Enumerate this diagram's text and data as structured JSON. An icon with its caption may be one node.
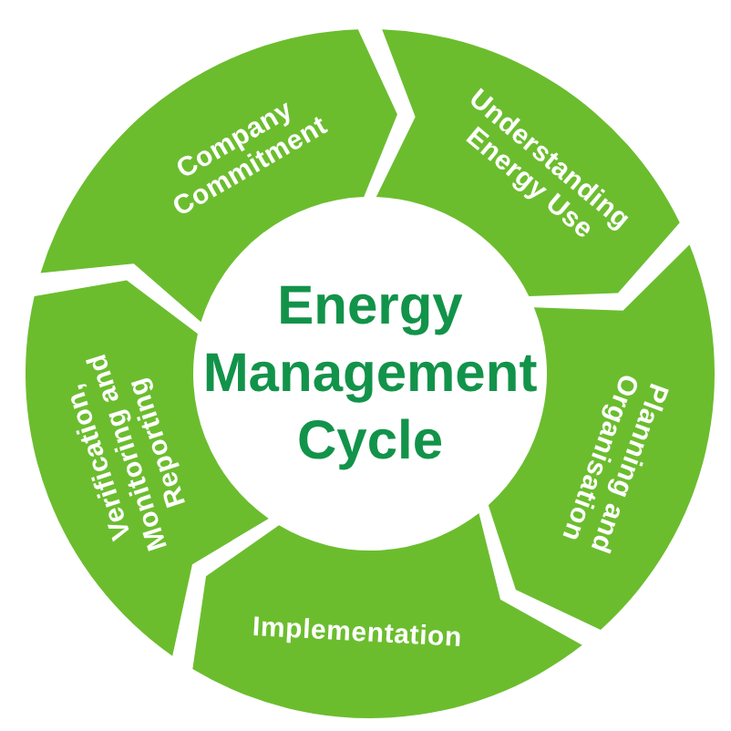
{
  "diagram": {
    "title": "Energy Management Cycle",
    "nodes": [
      {
        "text": [
          "Company Commitment"
        ]
      },
      {
        "text": [
          "Understanding Energy Use"
        ]
      },
      {
        "text": [
          "Planning and Organisation"
        ]
      },
      {
        "text": [
          "Implementation"
        ]
      },
      {
        "text": [
          "Verification, Monitoring and Reporting"
        ]
      }
    ]
  }
}
